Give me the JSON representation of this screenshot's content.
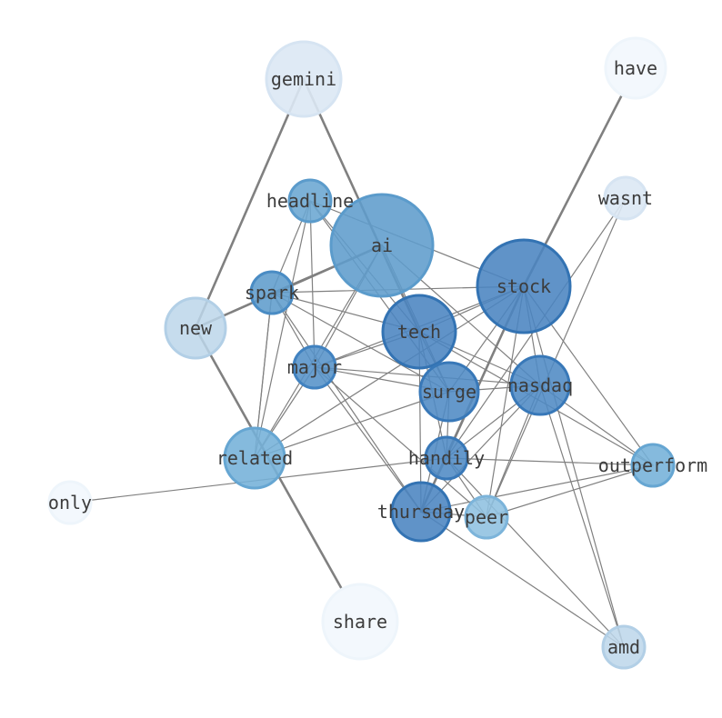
{
  "graph": {
    "nodes": [
      {
        "id": "ai",
        "label": "ai",
        "color": "#5e9ccc",
        "border": "#5b9bcb",
        "opacity": 0.88
      },
      {
        "id": "stock",
        "label": "stock",
        "color": "#4a84c0",
        "border": "#3373b3",
        "opacity": 0.88
      },
      {
        "id": "tech",
        "label": "tech",
        "color": "#4a84c0",
        "border": "#3373b3",
        "opacity": 0.88
      },
      {
        "id": "surge",
        "label": "surge",
        "color": "#4f8ac4",
        "border": "#3878b8",
        "opacity": 0.88
      },
      {
        "id": "nasdaq",
        "label": "nasdaq",
        "color": "#4f8ac4",
        "border": "#3878b8",
        "opacity": 0.88
      },
      {
        "id": "thursday",
        "label": "thursday",
        "color": "#4a84c0",
        "border": "#3373b3",
        "opacity": 0.88
      },
      {
        "id": "handily",
        "label": "handily",
        "color": "#4f8ac4",
        "border": "#3878b8",
        "opacity": 0.88
      },
      {
        "id": "major",
        "label": "major",
        "color": "#5592c8",
        "border": "#4182c0",
        "opacity": 0.88
      },
      {
        "id": "spark",
        "label": "spark",
        "color": "#5e9ccc",
        "border": "#4a8cc4",
        "opacity": 0.88
      },
      {
        "id": "headline",
        "label": "headline",
        "color": "#6aa6d2",
        "border": "#5b9bcb",
        "opacity": 0.88
      },
      {
        "id": "related",
        "label": "related",
        "color": "#74b0d8",
        "border": "#66a6d2",
        "opacity": 0.88
      },
      {
        "id": "outperform",
        "label": "outperform",
        "color": "#74b0d8",
        "border": "#66a6d2",
        "opacity": 0.88
      },
      {
        "id": "peer",
        "label": "peer",
        "color": "#8ec0e0",
        "border": "#7cb4da",
        "opacity": 0.88
      },
      {
        "id": "new",
        "label": "new",
        "color": "#bcd6ea",
        "border": "#b2cfe6",
        "opacity": 0.85
      },
      {
        "id": "amd",
        "label": "amd",
        "color": "#bcd6ea",
        "border": "#b2cfe6",
        "opacity": 0.85
      },
      {
        "id": "gemini",
        "label": "gemini",
        "color": "#dce8f4",
        "border": "#d6e4f2",
        "opacity": 0.9
      },
      {
        "id": "wasnt",
        "label": "wasnt",
        "color": "#dce8f4",
        "border": "#d6e4f2",
        "opacity": 0.9
      },
      {
        "id": "have",
        "label": "have",
        "color": "#f3f8fd",
        "border": "#eef5fb",
        "opacity": 1
      },
      {
        "id": "share",
        "label": "share",
        "color": "#f3f8fd",
        "border": "#eef5fb",
        "opacity": 1
      },
      {
        "id": "only",
        "label": "only",
        "color": "#f3f8fd",
        "border": "#eef5fb",
        "opacity": 1
      }
    ],
    "edges": [
      {
        "source": "gemini",
        "target": "new",
        "weight": 2
      },
      {
        "source": "gemini",
        "target": "tech",
        "weight": 2
      },
      {
        "source": "have",
        "target": "stock",
        "weight": 2
      },
      {
        "source": "new",
        "target": "ai",
        "weight": 2
      },
      {
        "source": "new",
        "target": "share",
        "weight": 2
      },
      {
        "source": "stock",
        "target": "thursday",
        "weight": 2
      },
      {
        "source": "headline",
        "target": "spark",
        "weight": 1
      },
      {
        "source": "headline",
        "target": "major",
        "weight": 1
      },
      {
        "source": "headline",
        "target": "related",
        "weight": 1
      },
      {
        "source": "headline",
        "target": "stock",
        "weight": 1
      },
      {
        "source": "headline",
        "target": "tech",
        "weight": 1
      },
      {
        "source": "headline",
        "target": "surge",
        "weight": 1
      },
      {
        "source": "ai",
        "target": "spark",
        "weight": 1
      },
      {
        "source": "ai",
        "target": "major",
        "weight": 1
      },
      {
        "source": "ai",
        "target": "related",
        "weight": 1
      },
      {
        "source": "ai",
        "target": "surge",
        "weight": 1
      },
      {
        "source": "ai",
        "target": "nasdaq",
        "weight": 1
      },
      {
        "source": "spark",
        "target": "stock",
        "weight": 1
      },
      {
        "source": "spark",
        "target": "tech",
        "weight": 1
      },
      {
        "source": "spark",
        "target": "major",
        "weight": 1
      },
      {
        "source": "spark",
        "target": "related",
        "weight": 1
      },
      {
        "source": "spark",
        "target": "surge",
        "weight": 1
      },
      {
        "source": "spark",
        "target": "thursday",
        "weight": 1
      },
      {
        "source": "stock",
        "target": "tech",
        "weight": 1
      },
      {
        "source": "stock",
        "target": "major",
        "weight": 1
      },
      {
        "source": "stock",
        "target": "surge",
        "weight": 1
      },
      {
        "source": "stock",
        "target": "nasdaq",
        "weight": 1
      },
      {
        "source": "stock",
        "target": "handily",
        "weight": 1
      },
      {
        "source": "stock",
        "target": "peer",
        "weight": 1
      },
      {
        "source": "stock",
        "target": "amd",
        "weight": 1
      },
      {
        "source": "stock",
        "target": "outperform",
        "weight": 1
      },
      {
        "source": "stock",
        "target": "related",
        "weight": 1
      },
      {
        "source": "tech",
        "target": "major",
        "weight": 1
      },
      {
        "source": "tech",
        "target": "surge",
        "weight": 1
      },
      {
        "source": "tech",
        "target": "nasdaq",
        "weight": 1
      },
      {
        "source": "tech",
        "target": "handily",
        "weight": 1
      },
      {
        "source": "tech",
        "target": "thursday",
        "weight": 1
      },
      {
        "source": "tech",
        "target": "outperform",
        "weight": 1
      },
      {
        "source": "major",
        "target": "surge",
        "weight": 1
      },
      {
        "source": "major",
        "target": "nasdaq",
        "weight": 1
      },
      {
        "source": "major",
        "target": "related",
        "weight": 1
      },
      {
        "source": "major",
        "target": "thursday",
        "weight": 1
      },
      {
        "source": "major",
        "target": "peer",
        "weight": 1
      },
      {
        "source": "surge",
        "target": "nasdaq",
        "weight": 1
      },
      {
        "source": "surge",
        "target": "handily",
        "weight": 1
      },
      {
        "source": "surge",
        "target": "thursday",
        "weight": 1
      },
      {
        "source": "surge",
        "target": "related",
        "weight": 1
      },
      {
        "source": "nasdaq",
        "target": "handily",
        "weight": 1
      },
      {
        "source": "nasdaq",
        "target": "thursday",
        "weight": 1
      },
      {
        "source": "nasdaq",
        "target": "outperform",
        "weight": 1
      },
      {
        "source": "nasdaq",
        "target": "peer",
        "weight": 1
      },
      {
        "source": "nasdaq",
        "target": "amd",
        "weight": 1
      },
      {
        "source": "wasnt",
        "target": "handily",
        "weight": 1
      },
      {
        "source": "wasnt",
        "target": "peer",
        "weight": 1
      },
      {
        "source": "handily",
        "target": "outperform",
        "weight": 1
      },
      {
        "source": "handily",
        "target": "thursday",
        "weight": 1
      },
      {
        "source": "handily",
        "target": "peer",
        "weight": 1
      },
      {
        "source": "handily",
        "target": "amd",
        "weight": 1
      },
      {
        "source": "only",
        "target": "handily",
        "weight": 1
      },
      {
        "source": "thursday",
        "target": "peer",
        "weight": 1
      },
      {
        "source": "thursday",
        "target": "outperform",
        "weight": 1
      },
      {
        "source": "thursday",
        "target": "amd",
        "weight": 1
      },
      {
        "source": "peer",
        "target": "outperform",
        "weight": 1
      },
      {
        "source": "related",
        "target": "spark",
        "weight": 1
      }
    ]
  }
}
